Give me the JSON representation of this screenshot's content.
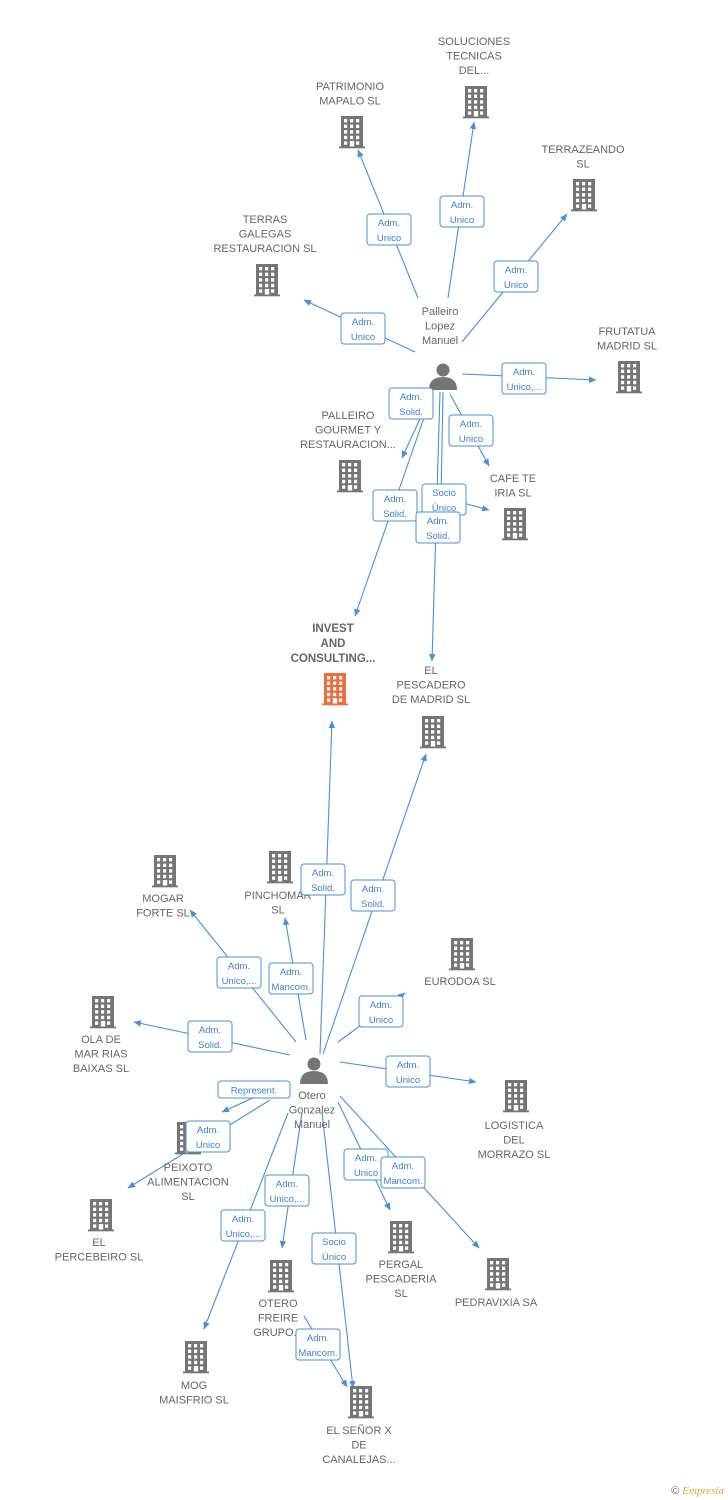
{
  "colors": {
    "accent": "#4a8fd8",
    "building": "#757575",
    "focus_building": "#f26b3a",
    "label": "#666666"
  },
  "people": [
    {
      "id": "palleiro",
      "lines": [
        "Palleiro",
        "Lopez",
        "Manuel"
      ]
    },
    {
      "id": "otero",
      "lines": [
        "Otero",
        "Gonzalez",
        "Manuel"
      ]
    }
  ],
  "companies": [
    {
      "id": "patrimonio",
      "lines": [
        "PATRIMONIO",
        "MAPALO  SL"
      ]
    },
    {
      "id": "soluciones",
      "lines": [
        "SOLUCIONES",
        "TECNICAS",
        "DEL..."
      ]
    },
    {
      "id": "terrazeando",
      "lines": [
        "TERRAZEANDO",
        "SL"
      ]
    },
    {
      "id": "terras",
      "lines": [
        "TERRAS",
        "GALEGAS",
        "RESTAURACION SL"
      ]
    },
    {
      "id": "frutatua",
      "lines": [
        "FRUTATUA",
        "MADRID SL"
      ]
    },
    {
      "id": "palleiro_gourmet",
      "lines": [
        "PALLEIRO",
        "GOURMET Y",
        "RESTAURACION..."
      ]
    },
    {
      "id": "cafe",
      "lines": [
        "CAFE TE",
        "IRIA  SL"
      ]
    },
    {
      "id": "invest",
      "lines": [
        "INVEST",
        "AND",
        "CONSULTING..."
      ],
      "focus": true
    },
    {
      "id": "pescadero",
      "lines": [
        "EL",
        "PESCADERO",
        "DE MADRID  SL"
      ]
    },
    {
      "id": "mogar",
      "lines": [
        "MOGAR",
        "FORTE SL"
      ]
    },
    {
      "id": "pinchomar",
      "lines": [
        "PINCHOMAR",
        "SL"
      ]
    },
    {
      "id": "eurodoa",
      "lines": [
        "EURODOA  SL"
      ]
    },
    {
      "id": "ola",
      "lines": [
        "OLA DE",
        "MAR RIAS",
        "BAIXAS  SL"
      ]
    },
    {
      "id": "logistica",
      "lines": [
        "LOGISTICA",
        "DEL",
        "MORRAZO  SL"
      ]
    },
    {
      "id": "peixoto",
      "lines": [
        "PEIXOTO",
        "ALIMENTACION",
        "SL"
      ]
    },
    {
      "id": "percebeiro",
      "lines": [
        "EL",
        "PERCEBEIRO SL"
      ]
    },
    {
      "id": "pergal",
      "lines": [
        "PERGAL",
        "PESCADERIA",
        "SL"
      ]
    },
    {
      "id": "pedravixia",
      "lines": [
        "PEDRAVIXIA SA"
      ]
    },
    {
      "id": "otero_freire",
      "lines": [
        "OTERO",
        "FREIRE",
        "GRUPO..."
      ]
    },
    {
      "id": "mog",
      "lines": [
        "MOG",
        "MAISFRIO SL"
      ]
    },
    {
      "id": "senor",
      "lines": [
        "EL SEÑOR X",
        "DE",
        "CANALEJAS..."
      ]
    }
  ],
  "relations": [
    {
      "from": "palleiro",
      "to": "patrimonio",
      "lines": [
        "Adm.",
        "Unico"
      ]
    },
    {
      "from": "palleiro",
      "to": "soluciones",
      "lines": [
        "Adm.",
        "Unico"
      ]
    },
    {
      "from": "palleiro",
      "to": "terrazeando",
      "lines": [
        "Adm.",
        "Unico"
      ]
    },
    {
      "from": "palleiro",
      "to": "terras",
      "lines": [
        "Adm.",
        "Unico"
      ]
    },
    {
      "from": "palleiro",
      "to": "frutatua",
      "lines": [
        "Adm.",
        "Unico,..."
      ]
    },
    {
      "from": "palleiro",
      "to": "palleiro_gourmet",
      "lines": [
        "Adm.",
        "Solid."
      ]
    },
    {
      "from": "palleiro",
      "to": "cafe",
      "lines": [
        "Adm.",
        "Unico"
      ]
    },
    {
      "from": "palleiro",
      "to": "cafe",
      "lines": [
        "Socio",
        "Único"
      ]
    },
    {
      "from": "palleiro",
      "to": "invest",
      "lines": [
        "Adm.",
        "Solid."
      ]
    },
    {
      "from": "palleiro",
      "to": "pescadero",
      "lines": [
        "Adm.",
        "Solid."
      ]
    },
    {
      "from": "otero",
      "to": "invest",
      "lines": [
        "Adm.",
        "Solid."
      ]
    },
    {
      "from": "otero",
      "to": "pescadero",
      "lines": [
        "Adm.",
        "Solid."
      ]
    },
    {
      "from": "otero",
      "to": "mogar",
      "lines": [
        "Adm.",
        "Unico,..."
      ]
    },
    {
      "from": "otero",
      "to": "pinchomar",
      "lines": [
        "Adm.",
        "Mancom."
      ]
    },
    {
      "from": "otero",
      "to": "eurodoa",
      "lines": [
        "Adm.",
        "Unico"
      ]
    },
    {
      "from": "otero",
      "to": "ola",
      "lines": [
        "Adm.",
        "Solid."
      ]
    },
    {
      "from": "otero",
      "to": "logistica",
      "lines": [
        "Adm.",
        "Unico"
      ]
    },
    {
      "from": "otero",
      "to": "peixoto",
      "lines": [
        "Represent."
      ]
    },
    {
      "from": "otero",
      "to": "percebeiro",
      "lines": [
        "Adm.",
        "Unico"
      ]
    },
    {
      "from": "otero",
      "to": "pergal",
      "lines": [
        "Adm.",
        "Unico"
      ]
    },
    {
      "from": "otero",
      "to": "pedravixia",
      "lines": [
        "Adm.",
        "Mancom."
      ]
    },
    {
      "from": "otero",
      "to": "otero_freire",
      "lines": [
        "Adm.",
        "Unico,..."
      ]
    },
    {
      "from": "otero",
      "to": "mog",
      "lines": [
        "Adm.",
        "Unico,..."
      ]
    },
    {
      "from": "otero",
      "to": "senor",
      "lines": [
        "Socio",
        "Único"
      ]
    },
    {
      "from": "otero_freire",
      "to": "senor",
      "lines": [
        "Adm.",
        "Mancom."
      ]
    }
  ],
  "credit": {
    "symbol": "©",
    "brand": "Empresia"
  }
}
